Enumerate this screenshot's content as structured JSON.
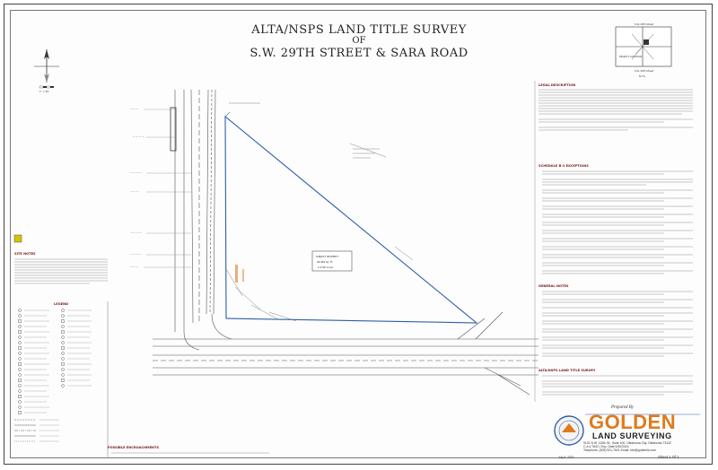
{
  "title": {
    "line1": "ALTA/NSPS LAND TITLE SURVEY",
    "line2": "OF",
    "line3": "S.W. 29TH STREET & SARA ROAD"
  },
  "sections": {
    "legal_description": "LEGAL DESCRIPTION",
    "schedule_b": "SCHEDULE B-2 EXCEPTIONS",
    "general_notes": "GENERAL NOTES",
    "site_notes": "SITE NOTES",
    "legend": "LEGEND",
    "possible_encroachments": "POSSIBLE ENCROACHMENTS",
    "alta_table": "ALTA/NSPS LAND TITLE SURVEY"
  },
  "plan": {
    "subject_property": "SUBJECT PROPERTY",
    "area": "98,909 Sq. Ft.",
    "acres": "2.2706 Acres"
  },
  "vicinity": {
    "top_street": "S.W. 29th Street",
    "bottom_street": "S.W. 29th Street",
    "scale_text": "N.T.S.",
    "label": "PROJECT LOCATION"
  },
  "north": {
    "scale_label": "1\" = 50'"
  },
  "firm": {
    "prepared_by": "Prepared By",
    "name": "GOLDEN",
    "sub": "LAND SURVEYING",
    "address": "9131 N.W. 110th St., Suite 100, Oklahoma City, Oklahoma 73132",
    "ca": "C.A.# 7602 | Exp. Date 6/30/2024",
    "phone": "Telephone: (405) 921-7601 Email: info@goldenls.com"
  },
  "sheet": "Sheet 1 Of 1",
  "date": "July 5, 2023",
  "colors": {
    "accent": "#e07a1e",
    "boundary": "#2e5fa8",
    "section_header": "#7a1a1a"
  }
}
